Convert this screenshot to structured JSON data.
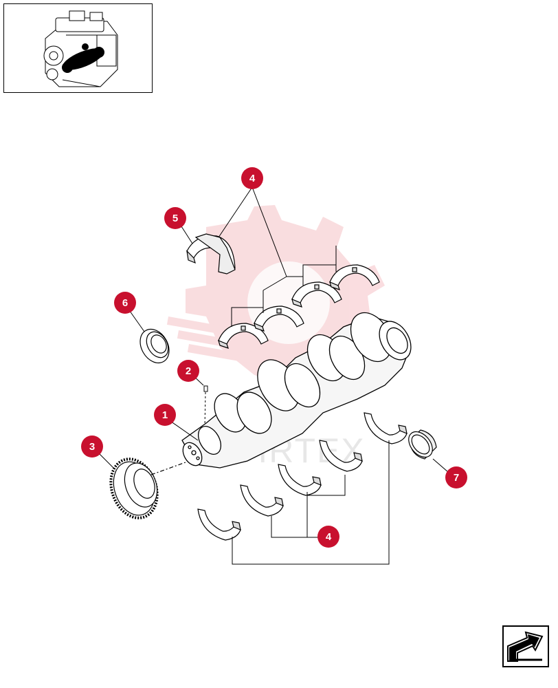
{
  "thumbnail": {
    "icon": "engine-thumbnail-icon"
  },
  "watermark": {
    "text": "VIRTEX",
    "color": "#f2b8bd"
  },
  "callout_color": "#c8102e",
  "callouts": {
    "c1": "1",
    "c2": "2",
    "c3": "3",
    "c4_top": "4",
    "c4_bottom": "4",
    "c5": "5",
    "c6": "6",
    "c7": "7"
  },
  "navigation": {
    "icon": "next-page-arrow-icon"
  }
}
